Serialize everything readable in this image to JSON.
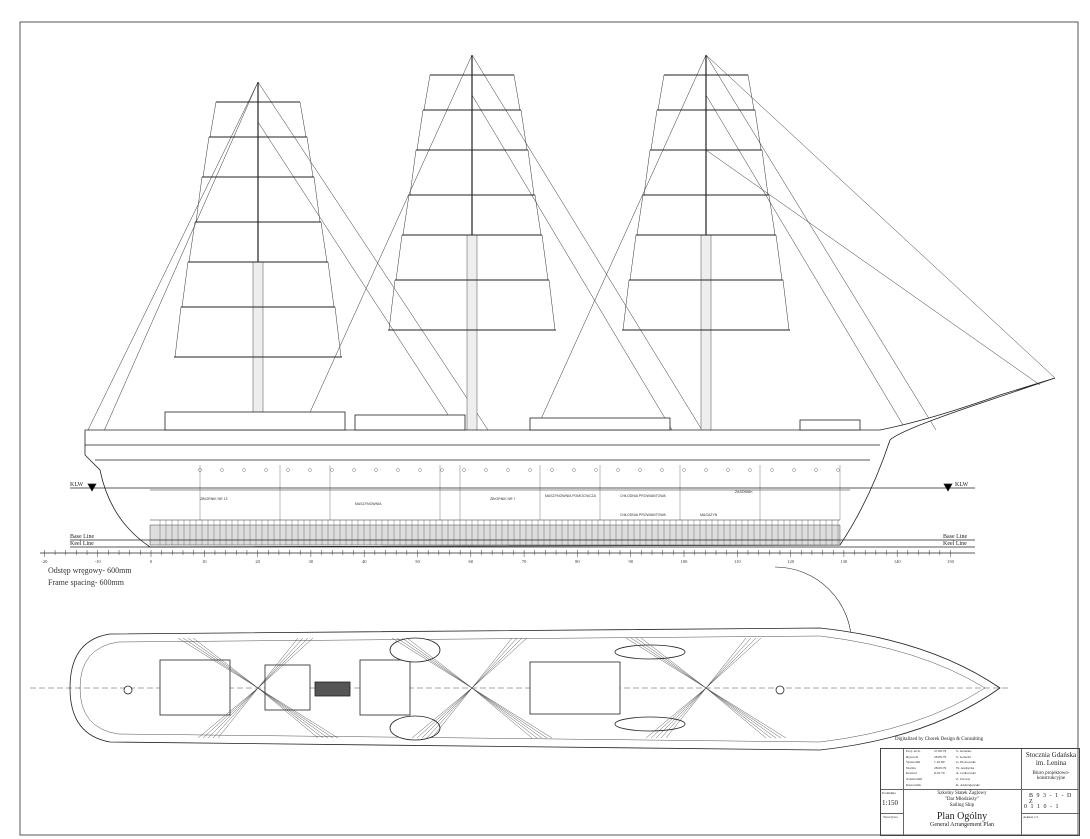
{
  "profile": {
    "waterline_label": "KLW",
    "base_line_label": "Base Line",
    "keel_line_label": "Keel Line",
    "frame_ticks": [
      -20,
      -10,
      0,
      10,
      20,
      30,
      40,
      50,
      60,
      70,
      80,
      90,
      100,
      110,
      120,
      130,
      140,
      150
    ],
    "compartments": [
      "ZBIORNIK NR 13",
      "MASZYNOWNIA",
      "ZBIORNIK NR 7",
      "MASZYNOWNIA POMOCNICZA",
      "CHŁODNIA PROWIANTOWA",
      "CHŁODNIA PROWIANTOWA",
      "MAGAZYN",
      "ZASOBNIK"
    ]
  },
  "notes": {
    "frame_spacing_pl": "Odstęp wręgowy- 600mm",
    "frame_spacing_en": "Frame spacing- 600mm"
  },
  "title_block": {
    "digitized_by": "Digitalized by Chorek Design & Consulting",
    "signatures": [
      {
        "role": "Proj. arch.",
        "date": "27.08.79",
        "name": "S. Graszko"
      },
      {
        "role": "Rysował",
        "date": "28.08.79",
        "name": "S. Golecki"
      },
      {
        "role": "Sprawdził",
        "date": "1.10.80",
        "name": "G. Piotrowski"
      },
      {
        "role": "Normo",
        "date": "28.09.79",
        "name": "W. Andrycka"
      },
      {
        "role": "Kontrol",
        "date": "8.10.79",
        "name": "A. Grabowski"
      },
      {
        "role": "Zatwierdził",
        "date": "",
        "name": "Z. Choroś"
      },
      {
        "role": "Kierownik",
        "date": "",
        "name": "K. Andrzejewski"
      }
    ],
    "company_line1": "Stocznia Gdańska",
    "company_line2": "im. Lenina",
    "office_line1": "Biuro projektowo-",
    "office_line2": "konstrukcyjne",
    "scale_label": "Podziałka",
    "scale": "1:150",
    "material_label": "Tworzywo",
    "ship_line1": "Szkolny Statek Żaglowy",
    "ship_line2": "\"Dar Młodzieży\"",
    "ship_line3": "Sailing Ship",
    "title_pl": "Plan Ogólny",
    "title_en": "General Arrangement Plan",
    "drawing_no_1": "B 9 3 - 1 - D Z",
    "drawing_no_2": "0 1 1 0 - 1",
    "sheet_label": "Arkusz 1/1"
  }
}
